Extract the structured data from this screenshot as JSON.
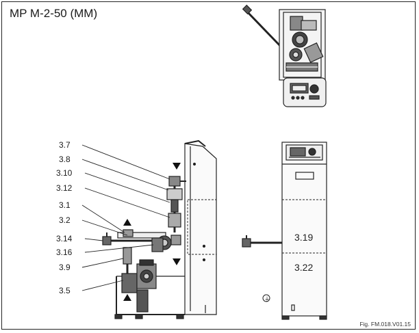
{
  "title": "MP M-2-50 (MM)",
  "figure_ref": "Fig. FM.018.V01.15",
  "callouts": [
    "3.7",
    "3.8",
    "3.10",
    "3.12",
    "3.1",
    "3.2",
    "3.14",
    "3.16",
    "3.9",
    "3.5"
  ],
  "front_labels": {
    "upper": "3.19",
    "lower": "3.22"
  },
  "ground_symbol": "⏚"
}
